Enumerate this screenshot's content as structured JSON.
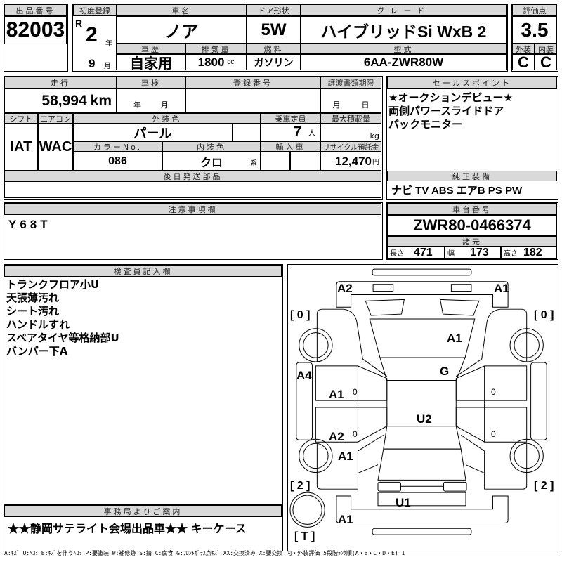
{
  "lot": {
    "label": "出品番号",
    "value": "82003"
  },
  "reg": {
    "label": "初度登録",
    "era": "R",
    "year": "2",
    "year_unit": "年",
    "month": "9",
    "month_unit": "月"
  },
  "car_name": {
    "label": "車名",
    "value": "ノア"
  },
  "door": {
    "label": "ドア形状",
    "value": "5W"
  },
  "grade": {
    "label": "グレード",
    "value": "ハイブリッドSi WxB 2"
  },
  "score": {
    "label": "評価点",
    "value": "3.5",
    "ext_label": "外装",
    "int_label": "内装",
    "ext": "C",
    "int": "C"
  },
  "history": {
    "label": "車歴",
    "value": "自家用"
  },
  "displacement": {
    "label": "排気量",
    "value": "1800",
    "unit": "cc"
  },
  "fuel": {
    "label": "燃料",
    "value": "ガソリン"
  },
  "model": {
    "label": "型式",
    "value": "6AA-ZWR80W"
  },
  "mileage": {
    "label": "走行",
    "value": "58,994",
    "unit": "km"
  },
  "inspection": {
    "label": "車検",
    "year_unit": "年",
    "month_unit": "月"
  },
  "plate": {
    "label": "登録番号"
  },
  "transfer": {
    "label": "譲渡書類期限",
    "month_unit": "月",
    "day_unit": "日"
  },
  "shift": {
    "label": "シフト",
    "value": "IAT"
  },
  "ac": {
    "label": "エアコン",
    "value": "WAC"
  },
  "ext_color": {
    "label": "外装色",
    "value": "パール"
  },
  "capacity": {
    "label": "乗車定員",
    "value": "7",
    "unit": "人"
  },
  "max_load": {
    "label": "最大積載量",
    "unit": "kg"
  },
  "color_no": {
    "label": "カラーNo.",
    "value": "086"
  },
  "int_color": {
    "label": "内装色",
    "value": "クロ",
    "unit": "系"
  },
  "import": {
    "label": "輸入車"
  },
  "recycle": {
    "label": "リサイクル預託金",
    "value": "12,470",
    "unit": "円"
  },
  "later_parts": {
    "label": "後日発送部品"
  },
  "sales_points": {
    "label": "セールスポイント",
    "items": [
      "★オークションデビュー★",
      "両側パワースライドドア",
      "バックモニター"
    ]
  },
  "equipment": {
    "label": "純正装備",
    "value": "ナビ TV ABS エアB PS PW"
  },
  "notes": {
    "label": "注意事項欄",
    "value": "Y68T"
  },
  "chassis": {
    "label": "車台番号",
    "value": "ZWR80-0466374"
  },
  "specs": {
    "label": "諸元",
    "length_label": "長さ",
    "length": "471",
    "width_label": "幅",
    "width": "173",
    "height_label": "高さ",
    "height": "182"
  },
  "inspector": {
    "label": "検査員記入欄",
    "items": [
      "トランクフロア小U",
      "天張薄汚れ",
      "シート汚れ",
      "ハンドルすれ",
      "スペアタイヤ等格納部U",
      "バンパー下A"
    ]
  },
  "office": {
    "label": "事務局よりご案内",
    "value": "★★静岡サテライト会場出品車★★ キーケース"
  },
  "diagram": {
    "marks": {
      "front_left_bumper": "A2",
      "front_right_bumper": "A1",
      "hood": "A1",
      "windshield": "G",
      "left_sill": "A4",
      "left_front_door": "A1",
      "left_rear_door": "A2",
      "left_rear_fender": "A1",
      "roof": "U2",
      "trunk": "U1",
      "rear_bumper": "A1"
    },
    "tire_fl": "[ 0 ]",
    "tire_fr": "[ 0 ]",
    "tire_rl": "[ 2 ]",
    "tire_rr": "[ 2 ]",
    "spare": "[ T ]",
    "door_zero": "0"
  },
  "legend": "A:ｷｽﾞ U:ﾍｺﾐ B:ｷｽﾞを伴うﾍｺﾐ P:要塗装 W:補修跡 S:錆 C:腐食 G:ﾌﾛﾝﾄｶﾞﾗｽ点ｷｽﾞ XX:交換済み X:要交換 内・外装評価 5段階ﾗﾝｸ順(A・B・C・D・E) 1"
}
